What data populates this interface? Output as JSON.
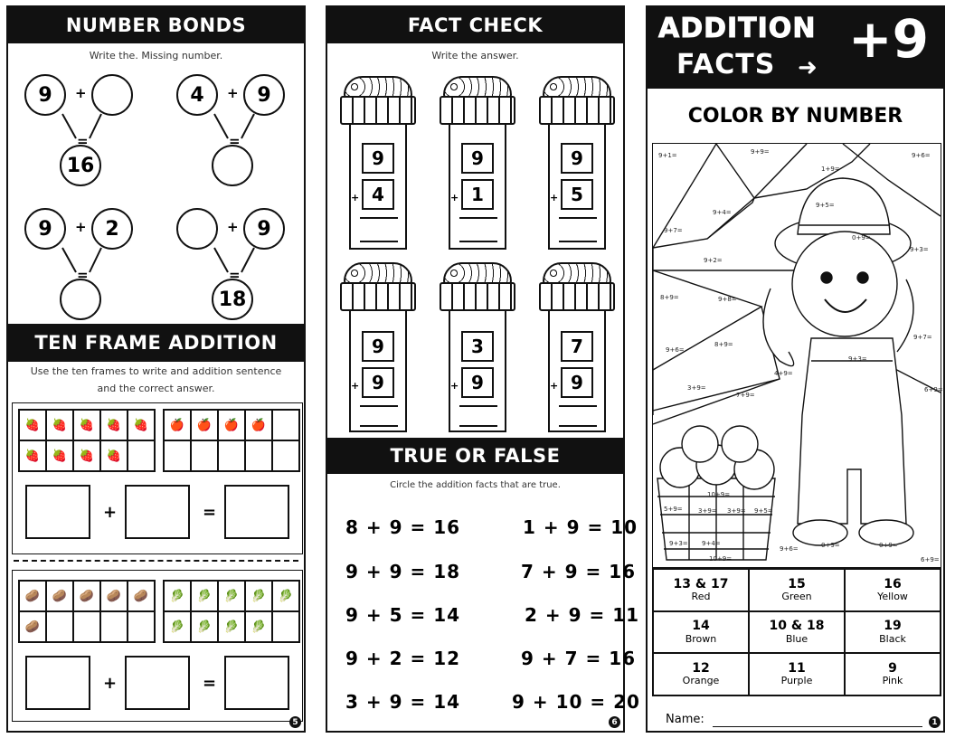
{
  "p1": {
    "bonds_title": "NUMBER BONDS",
    "bonds_instr": "Write the. Missing number.",
    "bond1": {
      "a": "9",
      "b": "",
      "sum": "16"
    },
    "bond2": {
      "a": "4",
      "b": "9",
      "sum": ""
    },
    "bond3": {
      "a": "9",
      "b": "2",
      "sum": ""
    },
    "bond4": {
      "a": "",
      "b": "9",
      "sum": "18"
    },
    "plus": "+",
    "eq": "=",
    "tf_title": "TEN FRAME ADDITION",
    "tf_instr1": "Use the ten frames to write and addition sentence",
    "tf_instr2": "and the correct answer.",
    "icons": {
      "strawberry": "strawberry-icon",
      "apple": "apple-icon",
      "potato": "potato-icon",
      "cabbage": "cabbage-icon"
    },
    "page": "5"
  },
  "p2": {
    "title": "FACT CHECK",
    "instr": "Write the answer.",
    "baskets": [
      {
        "top": "9",
        "bottom": "4"
      },
      {
        "top": "9",
        "bottom": "1"
      },
      {
        "top": "9",
        "bottom": "5"
      },
      {
        "top": "9",
        "bottom": "9"
      },
      {
        "top": "3",
        "bottom": "9"
      },
      {
        "top": "7",
        "bottom": "9"
      }
    ],
    "tf_title": "TRUE OR FALSE",
    "tf_instr": "Circle the addition facts that are true.",
    "facts_left": [
      "8 + 9 = 16",
      "9 + 9 = 18",
      "9 + 5 = 14",
      "9 + 2 = 12",
      "3 + 9 = 14"
    ],
    "facts_right": [
      "1 + 9 = 10",
      "7 + 9 = 16",
      "2 + 9 = 11",
      "9 + 7 = 16",
      "9 + 10 = 20"
    ],
    "page": "6"
  },
  "p3": {
    "title1": "ADDITION",
    "title2": "FACTS",
    "plus9": "+9",
    "cbn": "COLOR BY NUMBER",
    "labels": [
      "9+1=",
      "9+9=",
      "1+9=",
      "9+6=",
      "9+5=",
      "9+4=",
      "9+7=",
      "0+9=",
      "9+2=",
      "9+3=",
      "8+9=",
      "9+8=",
      "9+7=",
      "9+6=",
      "8+9=",
      "9+3=",
      "6+9=",
      "3+9=",
      "7+9=",
      "4+9=",
      "10+9=",
      "5+9=",
      "3+9=",
      "3+9=",
      "9+5=",
      "9+3=",
      "9+4=",
      "10+9=",
      "9+6=",
      "0+9=",
      "0+9=",
      "6+9="
    ],
    "key": [
      {
        "n": "13 & 17",
        "c": "Red"
      },
      {
        "n": "15",
        "c": "Green"
      },
      {
        "n": "16",
        "c": "Yellow"
      },
      {
        "n": "14",
        "c": "Brown"
      },
      {
        "n": "10 & 18",
        "c": "Blue"
      },
      {
        "n": "19",
        "c": "Black"
      },
      {
        "n": "12",
        "c": "Orange"
      },
      {
        "n": "11",
        "c": "Purple"
      },
      {
        "n": "9",
        "c": "Pink"
      }
    ],
    "name_label": "Name:",
    "page": "1"
  }
}
